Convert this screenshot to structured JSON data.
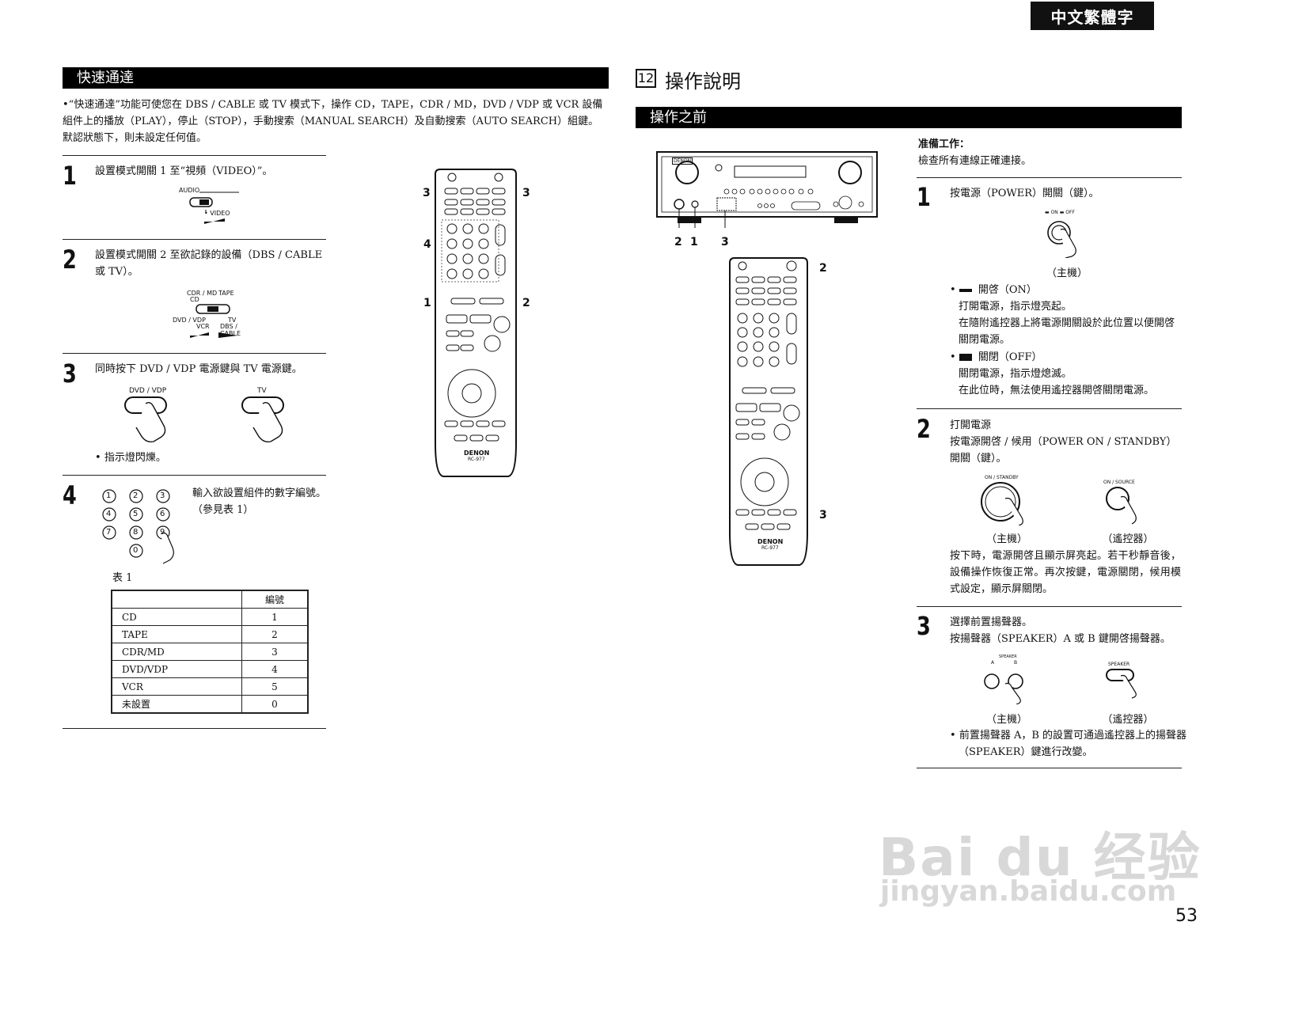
{
  "lang_tag": "中文繁體字",
  "left": {
    "section_title": "快速通達",
    "intro": "•“快速通達”功能可使您在 DBS / CABLE 或 TV 模式下，操作 CD，TAPE，CDR / MD，DVD / VDP 或 VCR 設備組件上的播放（PLAY），停止（STOP），手動搜索（MANUAL SEARCH）及自動搜索（AUTO SEARCH）組鍵。默認狀態下，則未設定任何值。",
    "step1": {
      "num": "1",
      "text": "設置模式開關 1 至“視頻（VIDEO）”。",
      "sw_audio": "AUDIO",
      "sw_video": "• VIDEO"
    },
    "step2": {
      "num": "2",
      "text": "設置模式開關 2 至欲記錄的設備（DBS / CABLE 或 TV）。",
      "sw_cdr": "CDR / MD",
      "sw_cd": "CD",
      "sw_tape": "TAPE",
      "sw_dvd": "DVD / VDP",
      "sw_vcr": "VCR",
      "sw_tv": "TV",
      "sw_dbs": "DBS / CABLE"
    },
    "step3": {
      "num": "3",
      "text": "同時按下 DVD / VDP 電源鍵與 TV 電源鍵。",
      "btn_dvd": "DVD / VDP",
      "btn_tv": "TV",
      "note": "指示燈閃爍。"
    },
    "step4": {
      "num": "4",
      "text": "輸入欲設置組件的數字編號。（參見表 1）",
      "keys": [
        "1",
        "2",
        "3",
        "4",
        "5",
        "6",
        "7",
        "8",
        "9",
        "0"
      ]
    },
    "table_title": "表 1",
    "table_header": [
      "",
      "編號"
    ],
    "table_rows": [
      [
        "CD",
        "1"
      ],
      [
        "TAPE",
        "2"
      ],
      [
        "CDR/MD",
        "3"
      ],
      [
        "DVD/VDP",
        "4"
      ],
      [
        "VCR",
        "5"
      ],
      [
        "未設置",
        "0"
      ]
    ],
    "remote_callouts": {
      "c3a": "3",
      "c3b": "3",
      "c4": "4",
      "c1": "1",
      "c2": "2"
    },
    "remote_brand": "DENON",
    "remote_model": "RC-977"
  },
  "right": {
    "chapter_num": "12",
    "chapter_title": "操作說明",
    "section_title": "操作之前",
    "prep_title": "准備工作：",
    "prep_text": "檢查所有連線正確連接。",
    "unit_callouts": {
      "c2": "2",
      "c1": "1",
      "c3": "3"
    },
    "remote_callouts": {
      "c2": "2",
      "c3": "3"
    },
    "unit_brand": "DENON",
    "remote_brand": "DENON",
    "remote_model": "RC-977",
    "step1": {
      "num": "1",
      "text": "按電源（POWER）開關（鍵）。",
      "sw_label": "▬ ON ▬ OFF",
      "caption": "（主機）",
      "on_label": "開啓（ON）",
      "on_lines": [
        "打開電源，指示燈亮起。",
        "在隨附遙控器上將電源開關設於此位置以便開啓關閉電源。"
      ],
      "off_label": "關閉（OFF）",
      "off_lines": [
        "關閉電源，指示燈熄滅。",
        "在此位時，無法使用遙控器開啓關閉電源。"
      ]
    },
    "step2": {
      "num": "2",
      "title": "打開電源",
      "text": "按電源開啓 / 候用（POWER ON / STANDBY）開關（鍵）。",
      "label_main": "ON / STANDBY",
      "label_remote": "ON / SOURCE",
      "cap_main": "（主機）",
      "cap_remote": "（遙控器）",
      "desc": "按下時，電源開啓且顯示屏亮起。若干秒靜音後，設備操作恢復正常。再次按鍵，電源關閉，候用模式設定，顯示屏關閉。"
    },
    "step3": {
      "num": "3",
      "title": "選擇前置揚聲器。",
      "text": "按揚聲器（SPEAKER）A 或 B 鍵開啓揚聲器。",
      "label_main": "SPEAKER",
      "label_a": "A",
      "label_b": "B",
      "label_remote": "SPEAKER",
      "cap_main": "（主機）",
      "cap_remote": "（遙控器）",
      "note": "前置揚聲器 A，B 的設置可通過遙控器上的揚聲器（SPEAKER）鍵進行改變。"
    }
  },
  "watermark": {
    "logo": "Bai du 经验",
    "url": "jingyan.baidu.com"
  },
  "page_number": "53"
}
